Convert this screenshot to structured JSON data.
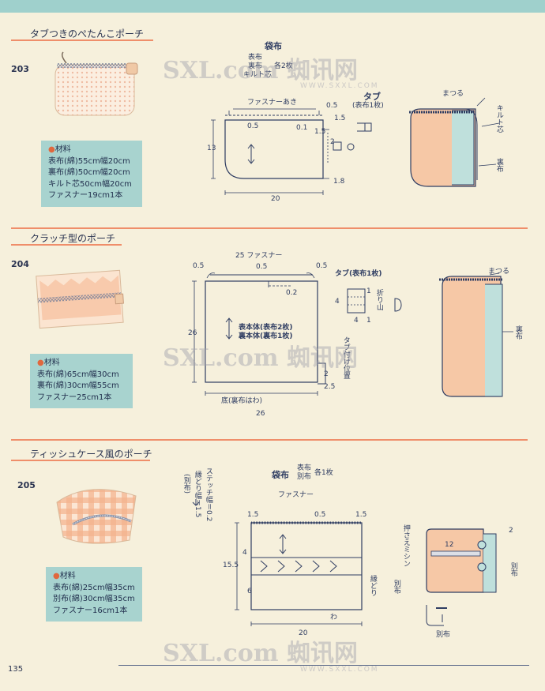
{
  "sections": [
    {
      "title": "タブつきのぺたんこポーチ",
      "model": "203",
      "materials": {
        "header": "●材料",
        "items": [
          "表布(綿)55cm幅20cm",
          "裏布(綿)50cm幅20cm",
          "キルト芯50cm幅20cm",
          "ファスナー19cm1本"
        ]
      }
    },
    {
      "title": "クラッチ型のポーチ",
      "model": "204",
      "materials": {
        "header": "●材料",
        "items": [
          "表布(綿)65cm幅30cm",
          "裏布(綿)30cm幅55cm",
          "ファスナー25cm1本"
        ]
      }
    },
    {
      "title": "ティッシュケース風のポーチ",
      "model": "205",
      "materials": {
        "header": "●材料",
        "items": [
          "表布(綿)25cm幅35cm",
          "別布(綿)30cm幅35cm",
          "ファスナー16cm1本"
        ]
      }
    }
  ],
  "diagram203": {
    "title": "袋布",
    "sub1": "表布",
    "sub2": "裏布",
    "sub3": "キルト芯",
    "count": "各2枚",
    "zipper_label": "ファスナーあき",
    "m05a": "0.5",
    "m05b": "0.5",
    "m01": "0.1",
    "m15a": "1.5",
    "m15b": "1.5",
    "h13": "13",
    "w20": "20",
    "m18": "1.8",
    "m2": "2",
    "tab_title": "タブ",
    "tab_sub": "(表布1枚)",
    "side_matsuru": "まつる",
    "side_quilt": "キルト芯",
    "side_ura": "裏布"
  },
  "diagram204": {
    "top_label": "25 ファスナー",
    "m05a": "0.5",
    "m05b": "0.5",
    "m05c": "0.5",
    "m02": "0.2",
    "h26": "26",
    "w26": "26",
    "m25": "2.5",
    "m2": "2",
    "body1": "表本体(表布2枚)",
    "body2": "裏本体(裏布1枚)",
    "bottom": "底(裏布はわ)",
    "tab_title": "タブ(表布1枚)",
    "tab_fold": "折り山",
    "tab4a": "4",
    "tab4b": "4",
    "tab1a": "1",
    "tab1b": "1",
    "tab_pos": "タブ付け位置",
    "side_matsuru": "まつる",
    "side_ura": "裏布"
  },
  "diagram205": {
    "title": "袋布",
    "sub1": "表布",
    "sub2": "別布",
    "count": "各1枚",
    "zipper": "ファスナー",
    "stitch": "ステッチ幅＝0.2",
    "edge": "縁どり幅＝1.5",
    "betsu": "(別布)",
    "m15a": "1.5",
    "m15b": "1.5",
    "m05": "0.5",
    "h155": "15.5",
    "m4": "4",
    "m6": "6",
    "w20": "20",
    "edge_label": "縁どり",
    "wa": "わ",
    "side_osae": "押さえミシン",
    "side_2": "2",
    "side_12": "12",
    "side_betsu1": "別布",
    "side_betsu2": "別布",
    "side_betsu3": "別布"
  },
  "watermark": {
    "logo": "SXL.com 蜘讯网",
    "url": "WWW.SXXL.COM"
  },
  "page_number": "135",
  "colors": {
    "accent_line": "#ef8e6a",
    "material_box": "#a8d3cf",
    "top_band": "#9fd0cc",
    "fabric_peach": "#f6c8a6"
  }
}
